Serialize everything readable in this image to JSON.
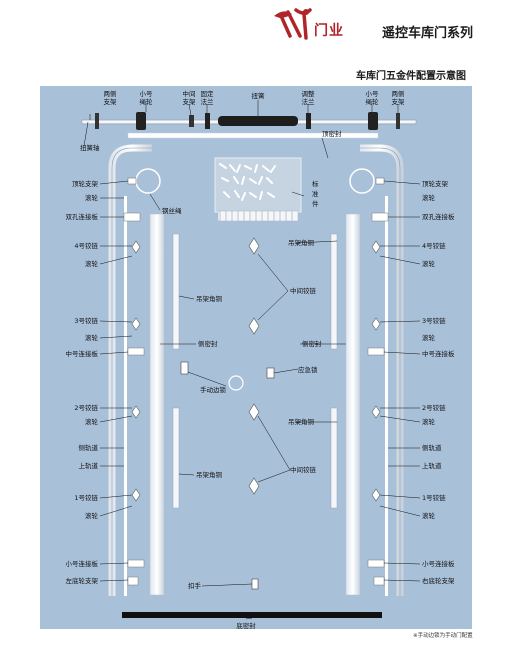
{
  "header": {
    "logo_text": "门业",
    "series_title": "遥控车库门系列",
    "diagram_title": "车库门五金件配置示意图"
  },
  "top_labels": {
    "double_support_left": [
      "两侧",
      "支架"
    ],
    "small_reel_left": [
      "小号",
      "绳轮"
    ],
    "middle_support": [
      "中间",
      "支架"
    ],
    "fixed_flange": [
      "固定",
      "法兰"
    ],
    "torsion_spring": "扭簧",
    "adjust_flange": [
      "调整",
      "法兰"
    ],
    "small_reel_right": [
      "小号",
      "绳轮"
    ],
    "double_support_right": [
      "两侧",
      "支架"
    ]
  },
  "labels": {
    "torsion_shaft": "扭簧轴",
    "top_seal": "顶密封",
    "standard_parts": [
      "标",
      "准",
      "件"
    ],
    "steel_cable": "钢丝绳",
    "top_wheel_bracket": "顶轮支架",
    "roller": "滚轮",
    "double_hole_plate": "双孔连接板",
    "hinge_4": "4号铰链",
    "hinge_3": "3号铰链",
    "hinge_2": "2号铰链",
    "hinge_1": "1号铰链",
    "middle_plate": "中号连接板",
    "small_plate": "小号连接板",
    "left_bottom_bracket": "左底轮支架",
    "right_bottom_bracket": "右底轮支架",
    "hanger_angle": "吊架角铜",
    "middle_hinge": "中间铰链",
    "side_seal": "侧密封",
    "manual_lock": "手动边锁",
    "anti_theft_lock": "应急锁",
    "side_rail": "侧轨道",
    "upper_rail": "上轨道",
    "handle": "扣手",
    "bottom_seal": "底密封"
  },
  "footnote": "※手动边锁为手动门配置",
  "colors": {
    "panel": "#a9c0d9",
    "brand_red": "#b0252a",
    "metal": "#eef2f6",
    "dark_part": "#222222"
  }
}
